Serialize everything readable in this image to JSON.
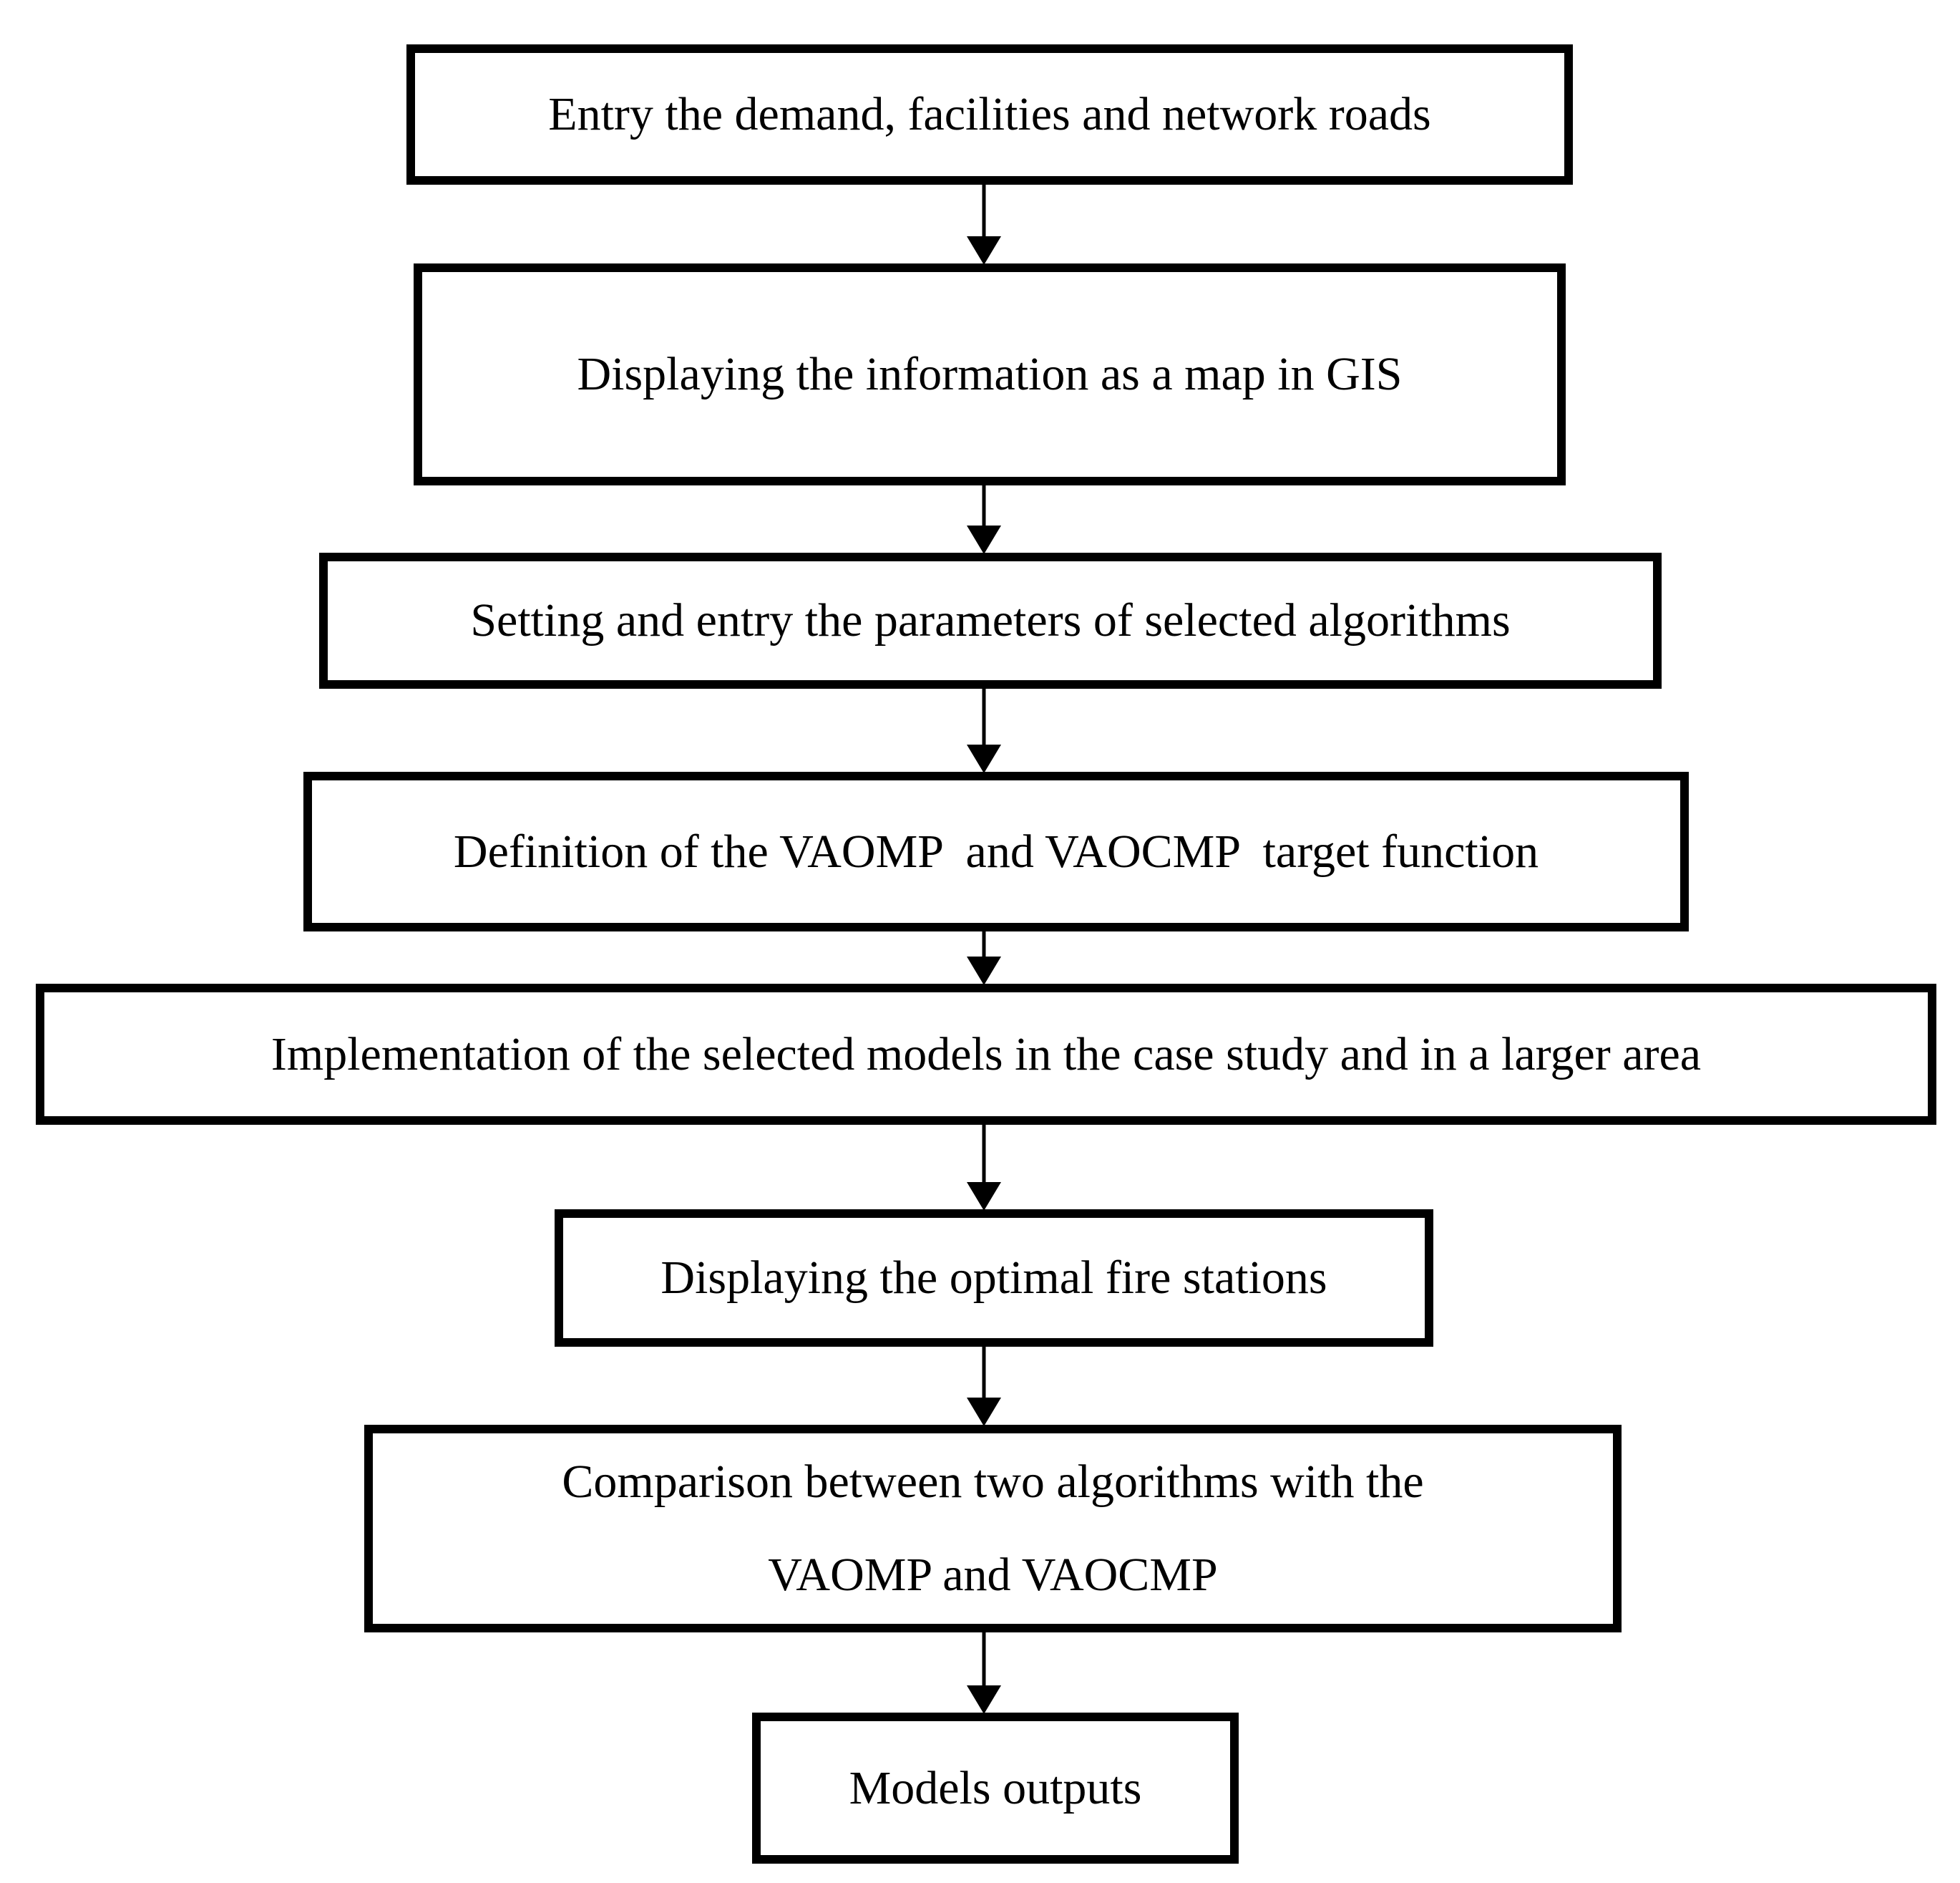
{
  "diagram": {
    "type": "flowchart",
    "direction": "top-to-bottom",
    "background_color": "#ffffff",
    "node_fill_color": "#ffffff",
    "node_border_color": "#000000",
    "arrow_color": "#000000",
    "text_color": "#000000",
    "nodes": [
      {
        "id": "entry-demand-facilities-roads",
        "label": "Entry the demand, facilities and network roads"
      },
      {
        "id": "display-info-map-gis",
        "label": "Displaying the information as a map in GIS"
      },
      {
        "id": "set-entry-parameters",
        "label": "Setting and entry the parameters of selected algorithms"
      },
      {
        "id": "define-target-function",
        "label": "Definition of the VAOMP  and VAOCMP  target function"
      },
      {
        "id": "implement-models",
        "label": "Implementation of the selected models in the case study and in a larger area"
      },
      {
        "id": "display-optimal-fire-stations",
        "label": "Displaying the optimal fire stations"
      },
      {
        "id": "compare-algorithms",
        "lines": [
          "Comparison between two algorithms with the",
          "VAOMP and VAOCMP"
        ]
      },
      {
        "id": "models-outputs",
        "label": "Models outputs"
      }
    ],
    "edges": [
      {
        "from": "entry-demand-facilities-roads",
        "to": "display-info-map-gis"
      },
      {
        "from": "display-info-map-gis",
        "to": "set-entry-parameters"
      },
      {
        "from": "set-entry-parameters",
        "to": "define-target-function"
      },
      {
        "from": "define-target-function",
        "to": "implement-models"
      },
      {
        "from": "implement-models",
        "to": "display-optimal-fire-stations"
      },
      {
        "from": "display-optimal-fire-stations",
        "to": "compare-algorithms"
      },
      {
        "from": "compare-algorithms",
        "to": "models-outputs"
      }
    ]
  }
}
